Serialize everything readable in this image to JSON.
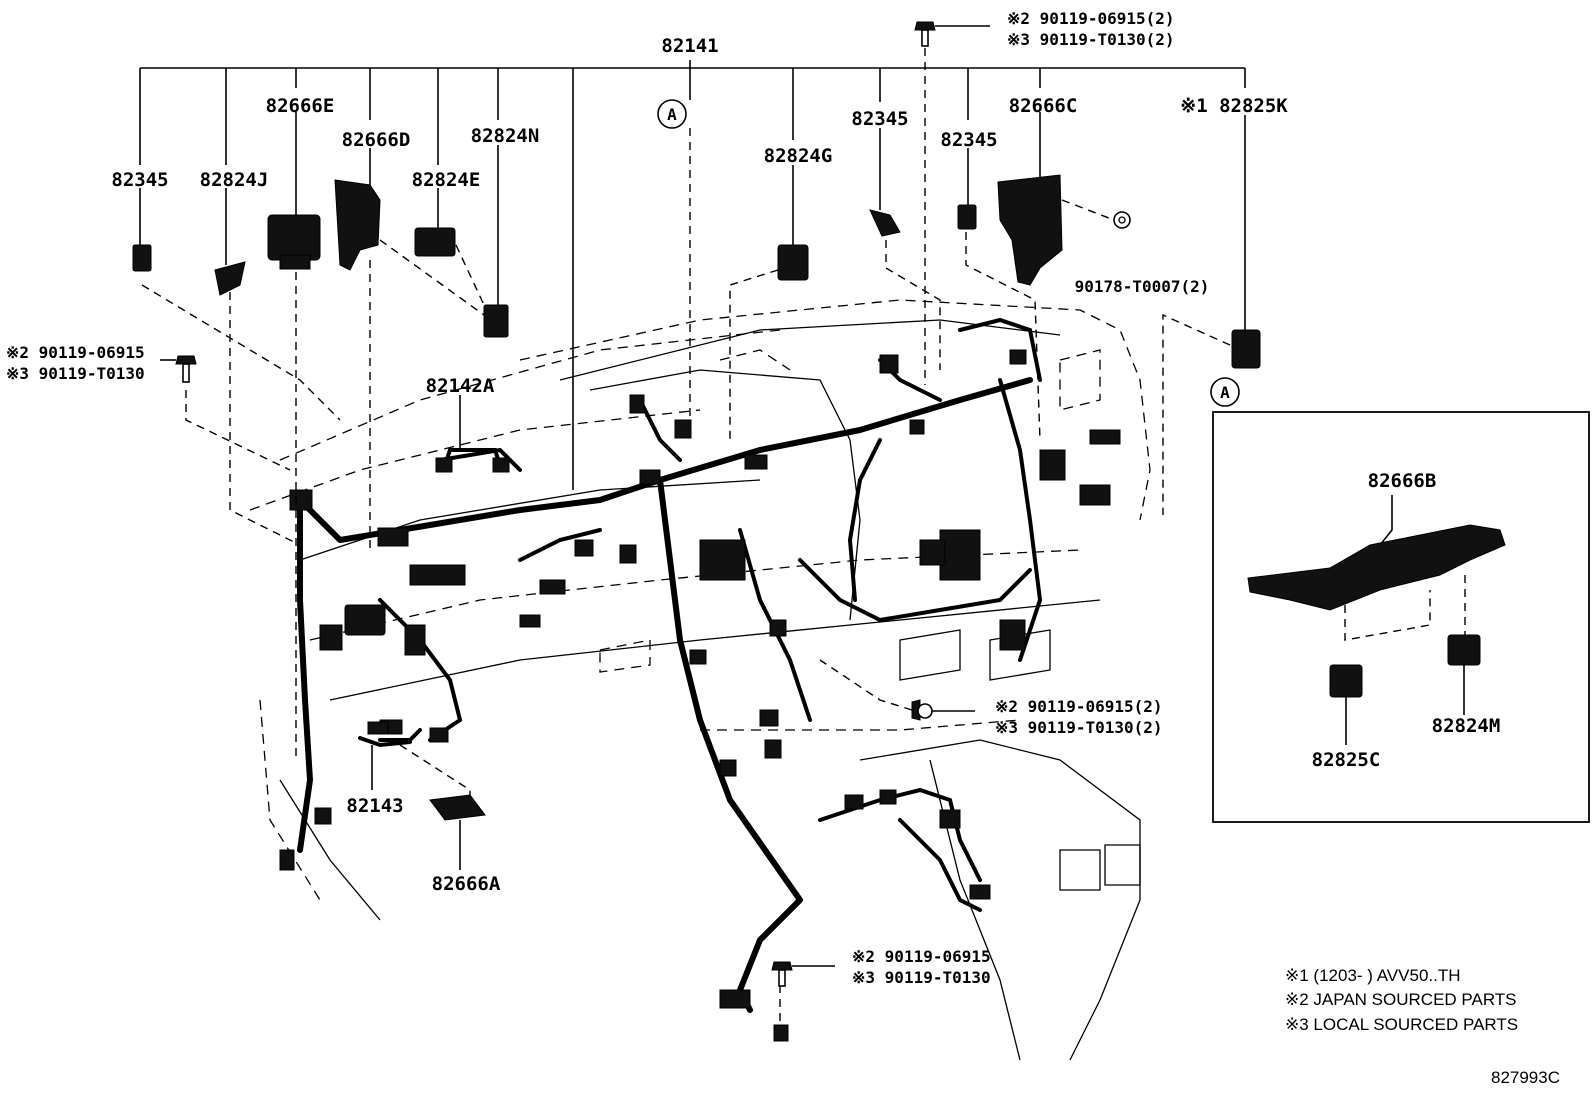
{
  "labels": {
    "main_harness": "82141",
    "p82345_left": "82345",
    "p82824J": "82824J",
    "p82666E": "82666E",
    "p82666D": "82666D",
    "p82824E": "82824E",
    "p82824N": "82824N",
    "p82824G": "82824G",
    "p82345_mid": "82345",
    "p82345_right": "82345",
    "p82666C": "82666C",
    "p82825K": "※1 82825K",
    "p82142A": "82142A",
    "p82143": "82143",
    "p82666A": "82666A",
    "p90178": "90178-T0007(2)",
    "ref_A_top": "A",
    "ref_A_box": "A",
    "box_82666B": "82666B",
    "box_82825C": "82825C",
    "box_82824M": "82824M"
  },
  "bolts": {
    "top": {
      "line1": "※2 90119-06915(2)",
      "line2": "※3 90119-T0130(2)"
    },
    "left": {
      "line1": "※2 90119-06915",
      "line2": "※3 90119-T0130"
    },
    "mid": {
      "line1": "※2 90119-06915(2)",
      "line2": "※3 90119-T0130(2)"
    },
    "bottom": {
      "line1": "※2 90119-06915",
      "line2": "※3 90119-T0130"
    }
  },
  "notes": [
    "※1 (1203-      ) AVV50..TH",
    "※2 JAPAN SOURCED PARTS",
    "※3 LOCAL SOURCED PARTS"
  ],
  "figure_code": "827993C"
}
